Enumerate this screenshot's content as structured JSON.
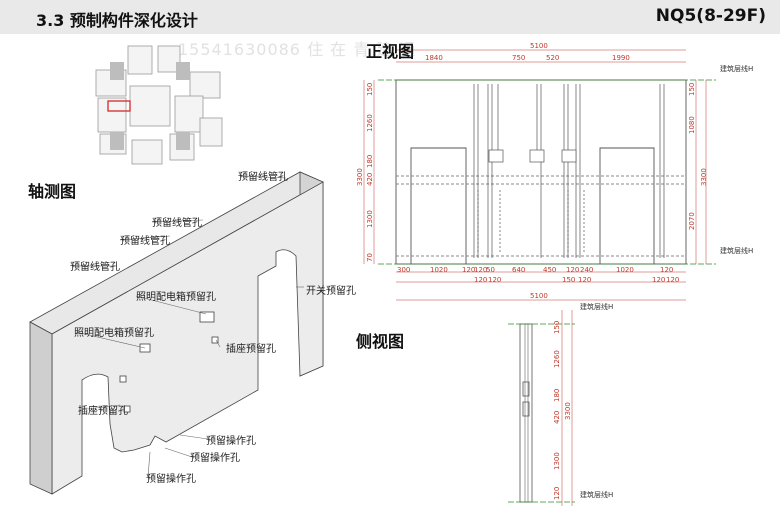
{
  "header": {
    "title": "3.3 预制构件深化设计",
    "code": "NQ5(8-29F)"
  },
  "watermark": "15541630086 住 在 青 建 通",
  "labels": {
    "axon": "轴测图",
    "front": "正视图",
    "side": "侧视图"
  },
  "axon_annotations": [
    "预留线管孔",
    "预留线管孔",
    "预留线管孔",
    "预留线管孔",
    "照明配电箱预留孔",
    "照明配电箱预留孔",
    "开关预留孔",
    "插座预留孔",
    "插座预留孔",
    "预留操作孔",
    "预留操作孔",
    "预留操作孔"
  ],
  "front_dims": {
    "total": "5100",
    "top": [
      "1840",
      "750",
      "520",
      "1990"
    ],
    "bottom": [
      "300",
      "1020",
      "120",
      "120",
      "50",
      "640",
      "450",
      "120",
      "240",
      "1020",
      "120"
    ],
    "bottom2": [
      "120",
      "120",
      "150",
      "120",
      "120",
      "120"
    ],
    "bottom_total": "5100",
    "left": [
      "150",
      "1260",
      "180",
      "420",
      "1300",
      "70"
    ],
    "left_total": "3300",
    "right": [
      "150",
      "1080",
      "2070"
    ],
    "right_total": "3300"
  },
  "level_labels": {
    "front_top": "建筑层线H",
    "front_bottom": "建筑层线H",
    "side_top": "建筑层线H",
    "side_bottom": "建筑层线H"
  },
  "side_dims": {
    "left": [
      "150",
      "1260",
      "180",
      "420",
      "1300",
      "120"
    ],
    "total": "3300"
  }
}
